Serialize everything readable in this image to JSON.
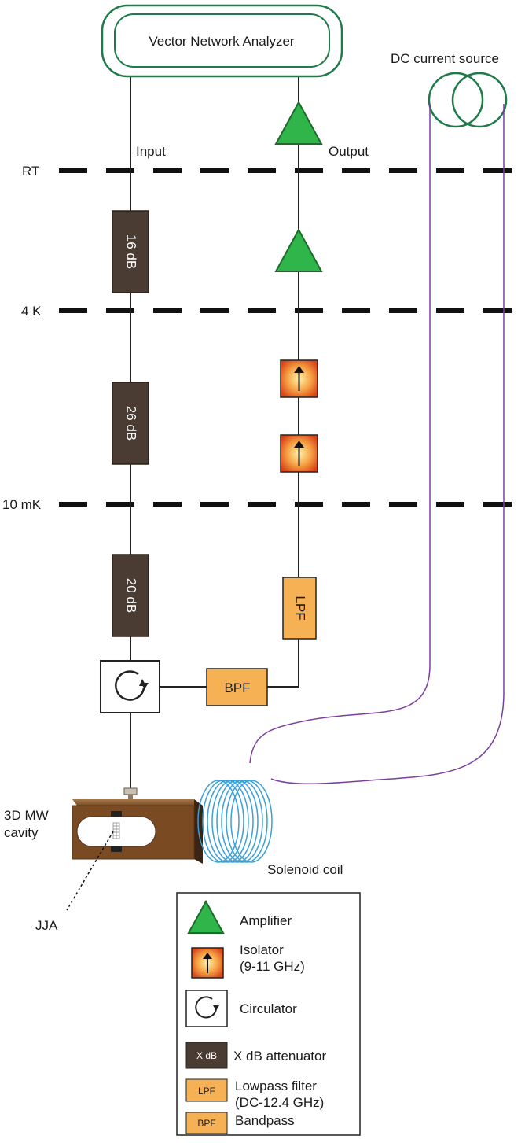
{
  "instrument": {
    "vna_label": "Vector Network Analyzer",
    "dc_source_label": "DC current source"
  },
  "lines": {
    "input_label": "Input",
    "output_label": "Output"
  },
  "stages": {
    "rt": "RT",
    "k4": "4 K",
    "mk10": "10 mK"
  },
  "attenuators": {
    "a1": "16 dB",
    "a2": "26 dB",
    "a3": "20 dB"
  },
  "filters": {
    "lpf": "LPF",
    "bpf": "BPF"
  },
  "sample": {
    "cavity_line1": "3D MW",
    "cavity_line2": "cavity",
    "jja": "JJA",
    "coil": "Solenoid coil"
  },
  "legend": {
    "amplifier": "Amplifier",
    "isolator_line1": "Isolator",
    "isolator_line2": "(9-11 GHz)",
    "circulator": "Circulator",
    "attenuator_icon": "X dB",
    "attenuator": "X dB attenuator",
    "lpf_icon": "LPF",
    "lpf_line1": "Lowpass filter",
    "lpf_line2": "(DC-12.4 GHz)",
    "bpf_icon": "BPF",
    "bpf": "Bandpass"
  },
  "colors": {
    "attenuator": "#4a3b33",
    "filter": "#f7b155",
    "amplifier": "#2fb54a",
    "instrument_outline": "#1f7a4a",
    "bias_wire": "#7a3f9e",
    "coil": "#3aa0d8",
    "cavity": "#7a4a22"
  }
}
